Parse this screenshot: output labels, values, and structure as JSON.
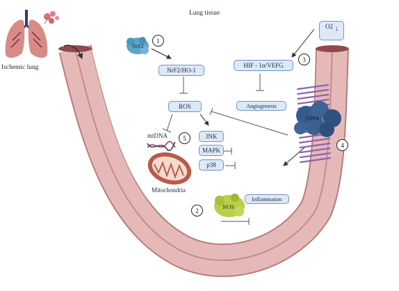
{
  "header": {
    "title": "Lung tissue"
  },
  "lung": {
    "label": "Ischemic lung",
    "icon": "lung-icon"
  },
  "oxygen": {
    "label": "O2"
  },
  "boxes": {
    "nrf2_ho1": "NrF2/HO-1",
    "hif": "HIF - 1α/VEFG",
    "angiogenesis": "Angiogenesis",
    "ros": "ROS",
    "jnk": "JNK",
    "mapk": "MAPK",
    "p38": "p38",
    "inflammation": "Inflammation"
  },
  "proteins": {
    "nrf2": "NrF2",
    "dpp4": "DPP4",
    "nos": "NOS"
  },
  "labels": {
    "mtdna": "mtDNA",
    "mitochondria": "Mitochondria"
  },
  "steps": [
    "1",
    "2",
    "3",
    "4",
    "5"
  ],
  "colors": {
    "vessel_outer": "#c98989",
    "vessel_wall": "#e7b9b9",
    "box_fill": "#dde9f7",
    "box_border": "#6f93c4",
    "dpp4": "#3c5f8e",
    "nrf2": "#5ea6c8",
    "nos": "#b8cf46",
    "membrane": "#8c63ad",
    "mito": "#b85b4a"
  }
}
